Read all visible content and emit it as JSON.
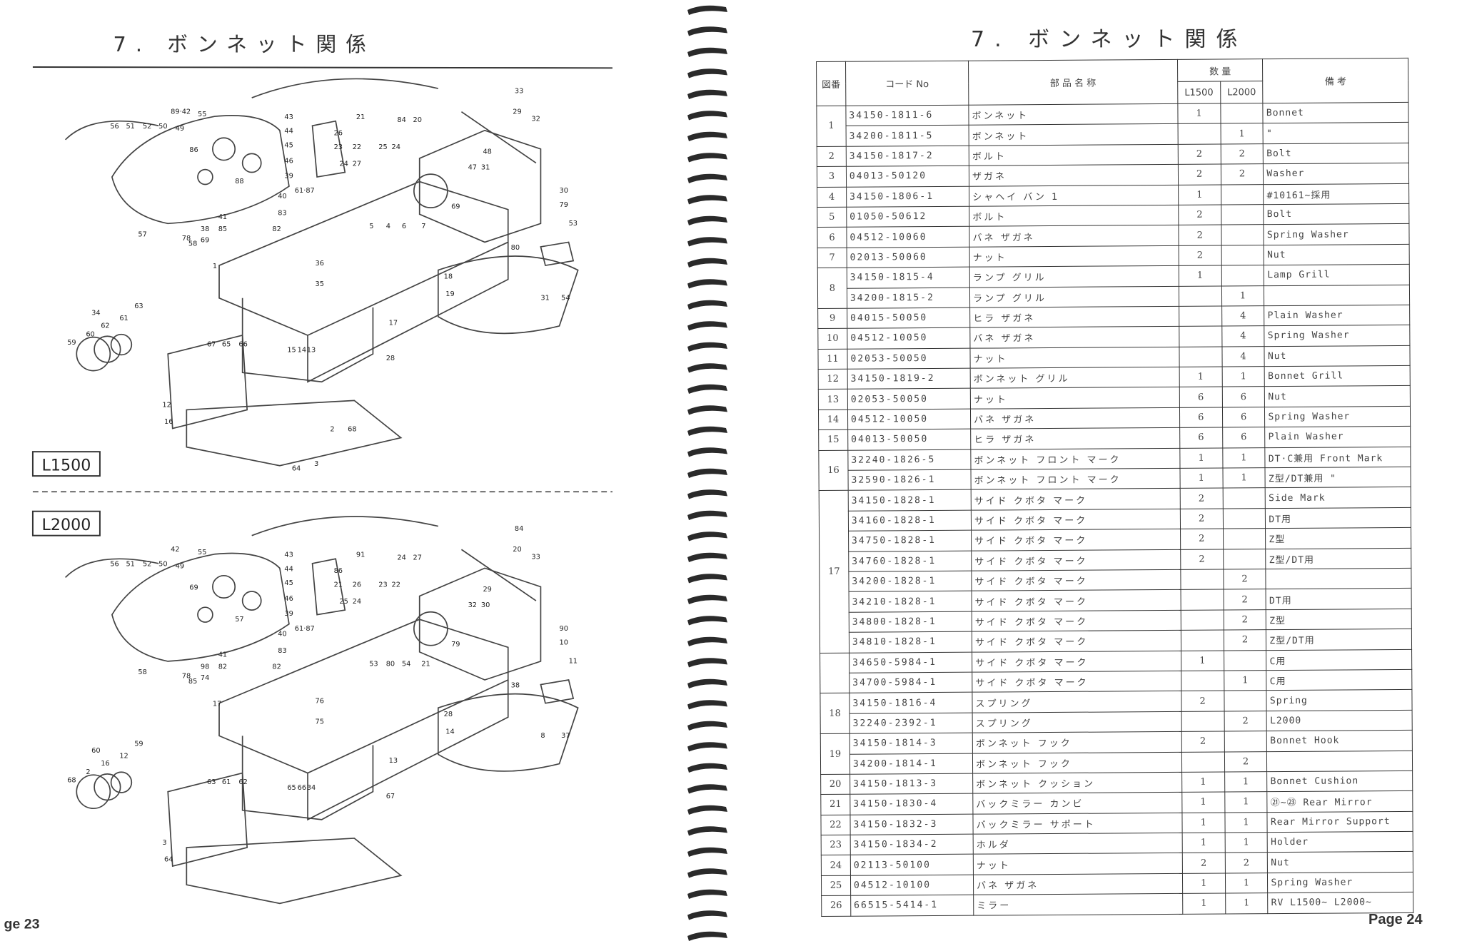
{
  "left_page": {
    "title": "7. ボンネット関係",
    "model_label_1": "L1500",
    "model_label_2": "L2000",
    "page_number": "ge 23",
    "diagram_1_callouts": [
      "56",
      "51",
      "52",
      "50",
      "49",
      "89·42",
      "55",
      "43",
      "44",
      "45",
      "46",
      "39",
      "40",
      "61·87",
      "83",
      "82",
      "41",
      "38",
      "85",
      "78",
      "69",
      "58",
      "57",
      "88",
      "86",
      "21",
      "26",
      "23",
      "22",
      "25",
      "24",
      "24",
      "27",
      "84",
      "20",
      "33",
      "29",
      "32",
      "48",
      "47",
      "31",
      "69",
      "5",
      "4",
      "6",
      "7",
      "30",
      "79",
      "53",
      "80",
      "54",
      "31",
      "36",
      "35",
      "1",
      "18",
      "19",
      "17",
      "28",
      "15",
      "14",
      "13",
      "67",
      "65",
      "66",
      "34",
      "63",
      "61",
      "62",
      "60",
      "59",
      "12",
      "16",
      "2",
      "68",
      "3",
      "64"
    ],
    "diagram_2_callouts": [
      "56",
      "51",
      "52",
      "50",
      "49",
      "42",
      "55",
      "43",
      "44",
      "45",
      "46",
      "39",
      "40",
      "61·87",
      "83",
      "82",
      "41",
      "98",
      "82",
      "78",
      "74",
      "85",
      "58",
      "57",
      "69",
      "91",
      "86",
      "21",
      "26",
      "23",
      "22",
      "25",
      "24",
      "24",
      "27",
      "84",
      "20",
      "33",
      "29",
      "32",
      "30",
      "79",
      "53",
      "80",
      "54",
      "21",
      "90",
      "10",
      "11",
      "38",
      "37",
      "8",
      "76",
      "75",
      "17",
      "28",
      "14",
      "13",
      "67",
      "65",
      "66",
      "34",
      "63",
      "61",
      "62",
      "60",
      "59",
      "12",
      "16",
      "2",
      "68",
      "3",
      "64"
    ]
  },
  "right_page": {
    "title": "7. ボンネット関係",
    "page_number": "Page 24",
    "headers": {
      "fig": "図番",
      "code": "コード No",
      "name": "部 品 名 称",
      "qty": "数 量",
      "l1500": "L1500",
      "l2000": "L2000",
      "remarks": "備 考"
    },
    "groups": [
      {
        "fig": "1",
        "rows": [
          {
            "code": "34150-1811-6",
            "name": "ボンネット",
            "l1500": "1",
            "l2000": "",
            "remarks": "Bonnet"
          },
          {
            "code": "34200-1811-5",
            "name": "ボンネット",
            "l1500": "",
            "l2000": "1",
            "remarks": "\""
          }
        ]
      },
      {
        "fig": "2",
        "rows": [
          {
            "code": "34150-1817-2",
            "name": "ボルト",
            "l1500": "2",
            "l2000": "2",
            "remarks": "Bolt"
          }
        ]
      },
      {
        "fig": "3",
        "rows": [
          {
            "code": "04013-50120",
            "name": "ザガネ",
            "l1500": "2",
            "l2000": "2",
            "remarks": "Washer"
          }
        ]
      },
      {
        "fig": "4",
        "rows": [
          {
            "code": "34150-1806-1",
            "name": "シャヘイ バン 1",
            "l1500": "1",
            "l2000": "",
            "remarks": "#10161~採用"
          }
        ]
      },
      {
        "fig": "5",
        "rows": [
          {
            "code": "01050-50612",
            "name": "ボルト",
            "l1500": "2",
            "l2000": "",
            "remarks": "Bolt"
          }
        ]
      },
      {
        "fig": "6",
        "rows": [
          {
            "code": "04512-10060",
            "name": "バネ ザガネ",
            "l1500": "2",
            "l2000": "",
            "remarks": "Spring Washer"
          }
        ]
      },
      {
        "fig": "7",
        "rows": [
          {
            "code": "02013-50060",
            "name": "ナット",
            "l1500": "2",
            "l2000": "",
            "remarks": "Nut"
          }
        ]
      },
      {
        "fig": "8",
        "rows": [
          {
            "code": "34150-1815-4",
            "name": "ランプ グリル",
            "l1500": "1",
            "l2000": "",
            "remarks": "Lamp Grill"
          },
          {
            "code": "34200-1815-2",
            "name": "ランプ グリル",
            "l1500": "",
            "l2000": "1",
            "remarks": ""
          }
        ]
      },
      {
        "fig": "9",
        "rows": [
          {
            "code": "04015-50050",
            "name": "ヒラ ザガネ",
            "l1500": "",
            "l2000": "4",
            "remarks": "Plain Washer"
          }
        ]
      },
      {
        "fig": "10",
        "rows": [
          {
            "code": "04512-10050",
            "name": "バネ ザガネ",
            "l1500": "",
            "l2000": "4",
            "remarks": "Spring Washer"
          }
        ]
      },
      {
        "fig": "11",
        "rows": [
          {
            "code": "02053-50050",
            "name": "ナット",
            "l1500": "",
            "l2000": "4",
            "remarks": "Nut"
          }
        ]
      },
      {
        "fig": "12",
        "rows": [
          {
            "code": "34150-1819-2",
            "name": "ボンネット グリル",
            "l1500": "1",
            "l2000": "1",
            "remarks": "Bonnet Grill"
          }
        ]
      },
      {
        "fig": "13",
        "rows": [
          {
            "code": "02053-50050",
            "name": "ナット",
            "l1500": "6",
            "l2000": "6",
            "remarks": "Nut"
          }
        ]
      },
      {
        "fig": "14",
        "rows": [
          {
            "code": "04512-10050",
            "name": "バネ ザガネ",
            "l1500": "6",
            "l2000": "6",
            "remarks": "Spring Washer"
          }
        ]
      },
      {
        "fig": "15",
        "rows": [
          {
            "code": "04013-50050",
            "name": "ヒラ ザガネ",
            "l1500": "6",
            "l2000": "6",
            "remarks": "Plain Washer"
          }
        ]
      },
      {
        "fig": "16",
        "rows": [
          {
            "code": "32240-1826-5",
            "name": "ボンネット フロント マーク",
            "l1500": "1",
            "l2000": "1",
            "remarks": "DT·C兼用 Front Mark"
          },
          {
            "code": "32590-1826-1",
            "name": "ボンネット フロント マーク",
            "l1500": "1",
            "l2000": "1",
            "remarks": "Z型/DT兼用 \""
          }
        ]
      },
      {
        "fig": "17",
        "rows": [
          {
            "code": "34150-1828-1",
            "name": "サイド クボタ マーク",
            "l1500": "2",
            "l2000": "",
            "remarks": "Side Mark"
          },
          {
            "code": "34160-1828-1",
            "name": "サイド クボタ マーク",
            "l1500": "2",
            "l2000": "",
            "remarks": "DT用"
          },
          {
            "code": "34750-1828-1",
            "name": "サイド クボタ マーク",
            "l1500": "2",
            "l2000": "",
            "remarks": "Z型"
          },
          {
            "code": "34760-1828-1",
            "name": "サイド クボタ マーク",
            "l1500": "2",
            "l2000": "",
            "remarks": "Z型/DT用"
          },
          {
            "code": "34200-1828-1",
            "name": "サイド クボタ マーク",
            "l1500": "",
            "l2000": "2",
            "remarks": ""
          },
          {
            "code": "34210-1828-1",
            "name": "サイド クボタ マーク",
            "l1500": "",
            "l2000": "2",
            "remarks": "DT用"
          },
          {
            "code": "34800-1828-1",
            "name": "サイド クボタ マーク",
            "l1500": "",
            "l2000": "2",
            "remarks": "Z型"
          },
          {
            "code": "34810-1828-1",
            "name": "サイド クボタ マーク",
            "l1500": "",
            "l2000": "2",
            "remarks": "Z型/DT用"
          }
        ]
      },
      {
        "fig": "",
        "rows": [
          {
            "code": "34650-5984-1",
            "name": "サイド クボタ マーク",
            "l1500": "1",
            "l2000": "",
            "remarks": "C用"
          },
          {
            "code": "34700-5984-1",
            "name": "サイド クボタ マーク",
            "l1500": "",
            "l2000": "1",
            "remarks": "C用"
          }
        ]
      },
      {
        "fig": "18",
        "rows": [
          {
            "code": "34150-1816-4",
            "name": "スプリング",
            "l1500": "2",
            "l2000": "",
            "remarks": "Spring"
          },
          {
            "code": "32240-2392-1",
            "name": "スプリング",
            "l1500": "",
            "l2000": "2",
            "remarks": "L2000"
          }
        ]
      },
      {
        "fig": "19",
        "rows": [
          {
            "code": "34150-1814-3",
            "name": "ボンネット フック",
            "l1500": "2",
            "l2000": "",
            "remarks": "Bonnet Hook"
          },
          {
            "code": "34200-1814-1",
            "name": "ボンネット フック",
            "l1500": "",
            "l2000": "2",
            "remarks": ""
          }
        ]
      },
      {
        "fig": "20",
        "rows": [
          {
            "code": "34150-1813-3",
            "name": "ボンネット クッション",
            "l1500": "1",
            "l2000": "1",
            "remarks": "Bonnet Cushion"
          }
        ]
      },
      {
        "fig": "21",
        "rows": [
          {
            "code": "34150-1830-4",
            "name": "バックミラー カンビ",
            "l1500": "1",
            "l2000": "1",
            "remarks": "㉑~㉓ Rear Mirror"
          }
        ]
      },
      {
        "fig": "22",
        "rows": [
          {
            "code": "34150-1832-3",
            "name": "バックミラー サポート",
            "l1500": "1",
            "l2000": "1",
            "remarks": "Rear Mirror Support"
          }
        ]
      },
      {
        "fig": "23",
        "rows": [
          {
            "code": "34150-1834-2",
            "name": "ホルダ",
            "l1500": "1",
            "l2000": "1",
            "remarks": "Holder"
          }
        ]
      },
      {
        "fig": "24",
        "rows": [
          {
            "code": "02113-50100",
            "name": "ナット",
            "l1500": "2",
            "l2000": "2",
            "remarks": "Nut"
          }
        ]
      },
      {
        "fig": "25",
        "rows": [
          {
            "code": "04512-10100",
            "name": "バネ ザガネ",
            "l1500": "1",
            "l2000": "1",
            "remarks": "Spring Washer"
          }
        ]
      },
      {
        "fig": "26",
        "rows": [
          {
            "code": "66515-5414-1",
            "name": "ミラー",
            "l1500": "1",
            "l2000": "1",
            "remarks": "RV L1500~ L2000~"
          }
        ]
      }
    ]
  }
}
